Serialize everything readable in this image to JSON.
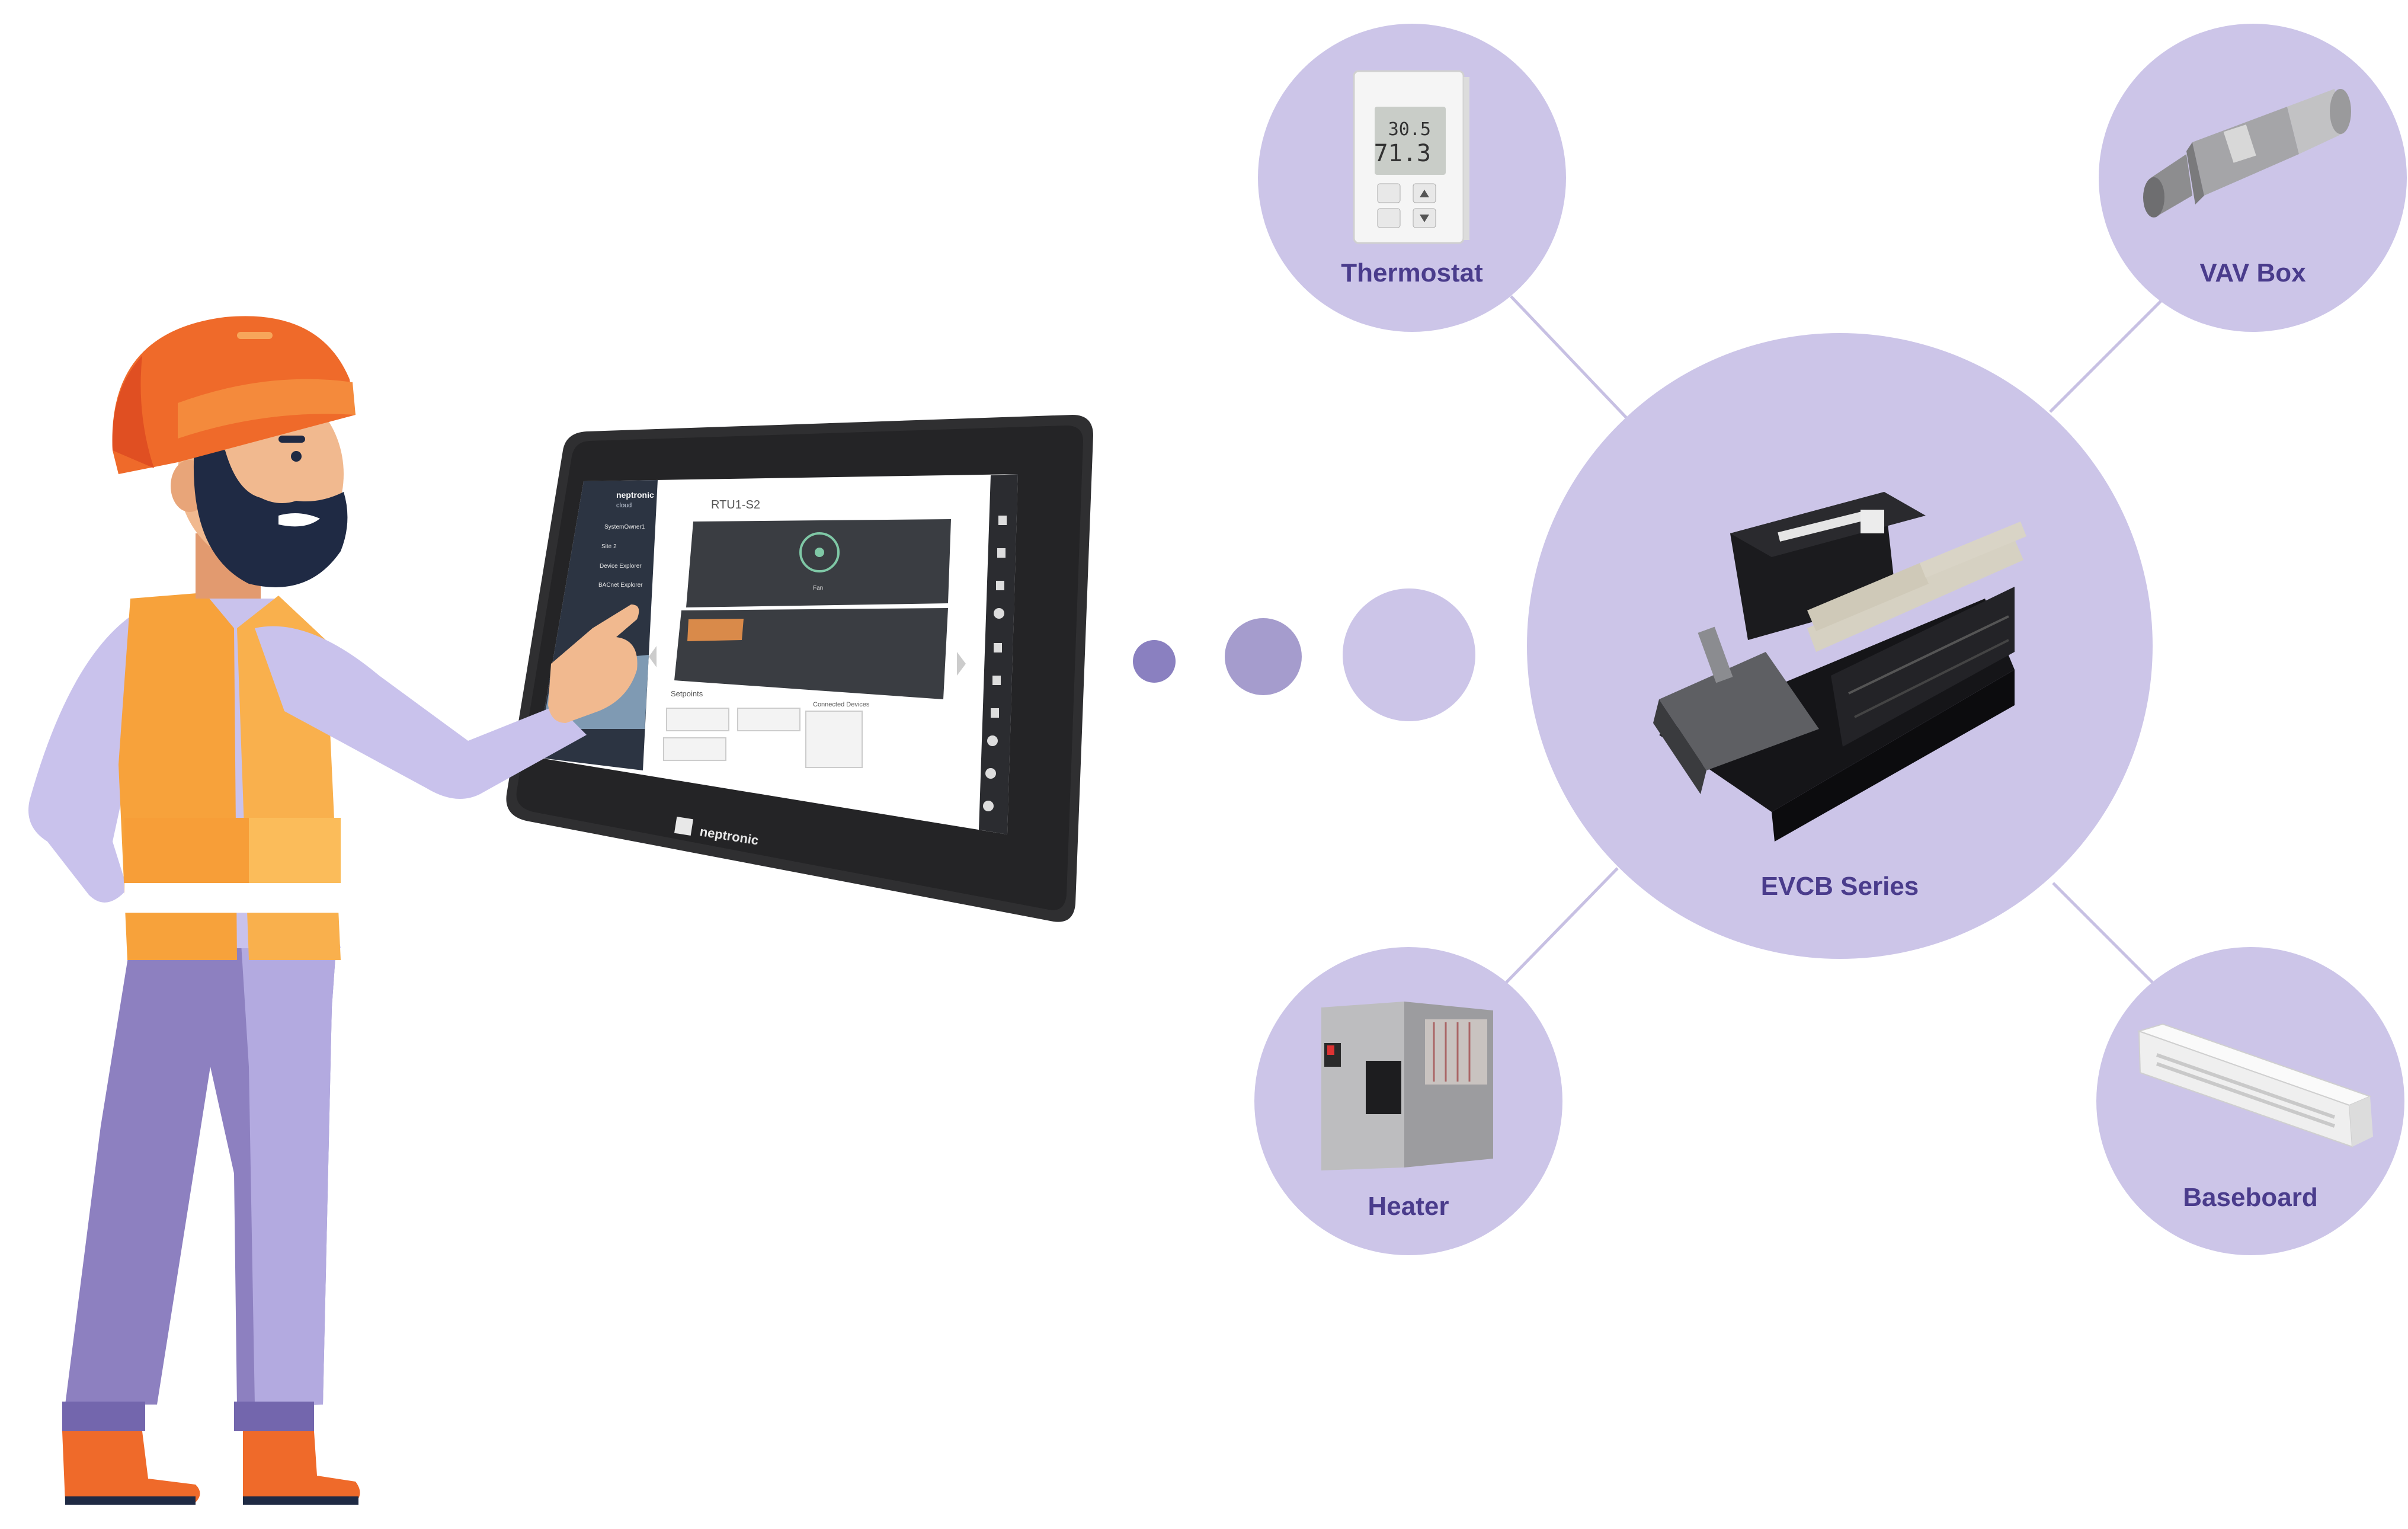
{
  "diagram": {
    "hub": {
      "label": "EVCB Series"
    },
    "devices": [
      {
        "id": "thermostat",
        "label": "Thermostat"
      },
      {
        "id": "vav-box",
        "label": "VAV Box"
      },
      {
        "id": "heater",
        "label": "Heater"
      },
      {
        "id": "baseboard",
        "label": "Baseboard"
      }
    ]
  },
  "tablet": {
    "brand": "neptronic",
    "app_brand": "neptronic",
    "app_sub": "cloud",
    "device_title": "RTU1-S2",
    "sidebar_items": [
      "SystemOwner1",
      "Site 2",
      "Device Explorer",
      "BACnet Explorer"
    ],
    "fan_label": "Fan",
    "section_setpoints": "Setpoints",
    "section_connected": "Connected Devices"
  },
  "colors": {
    "circle": "#ccc5e8",
    "dot_dark": "#8a80c0",
    "dot_mid": "#a59ccd",
    "line": "#c7c0e3",
    "label": "#4a3c8c",
    "helmet": "#ef6a2a",
    "vest": "#f7a23b",
    "pants": "#8d80c0",
    "shirt": "#c9c2ec",
    "skin": "#f1b98f",
    "beard": "#1f2a44",
    "bezel": "#2f2f31"
  }
}
